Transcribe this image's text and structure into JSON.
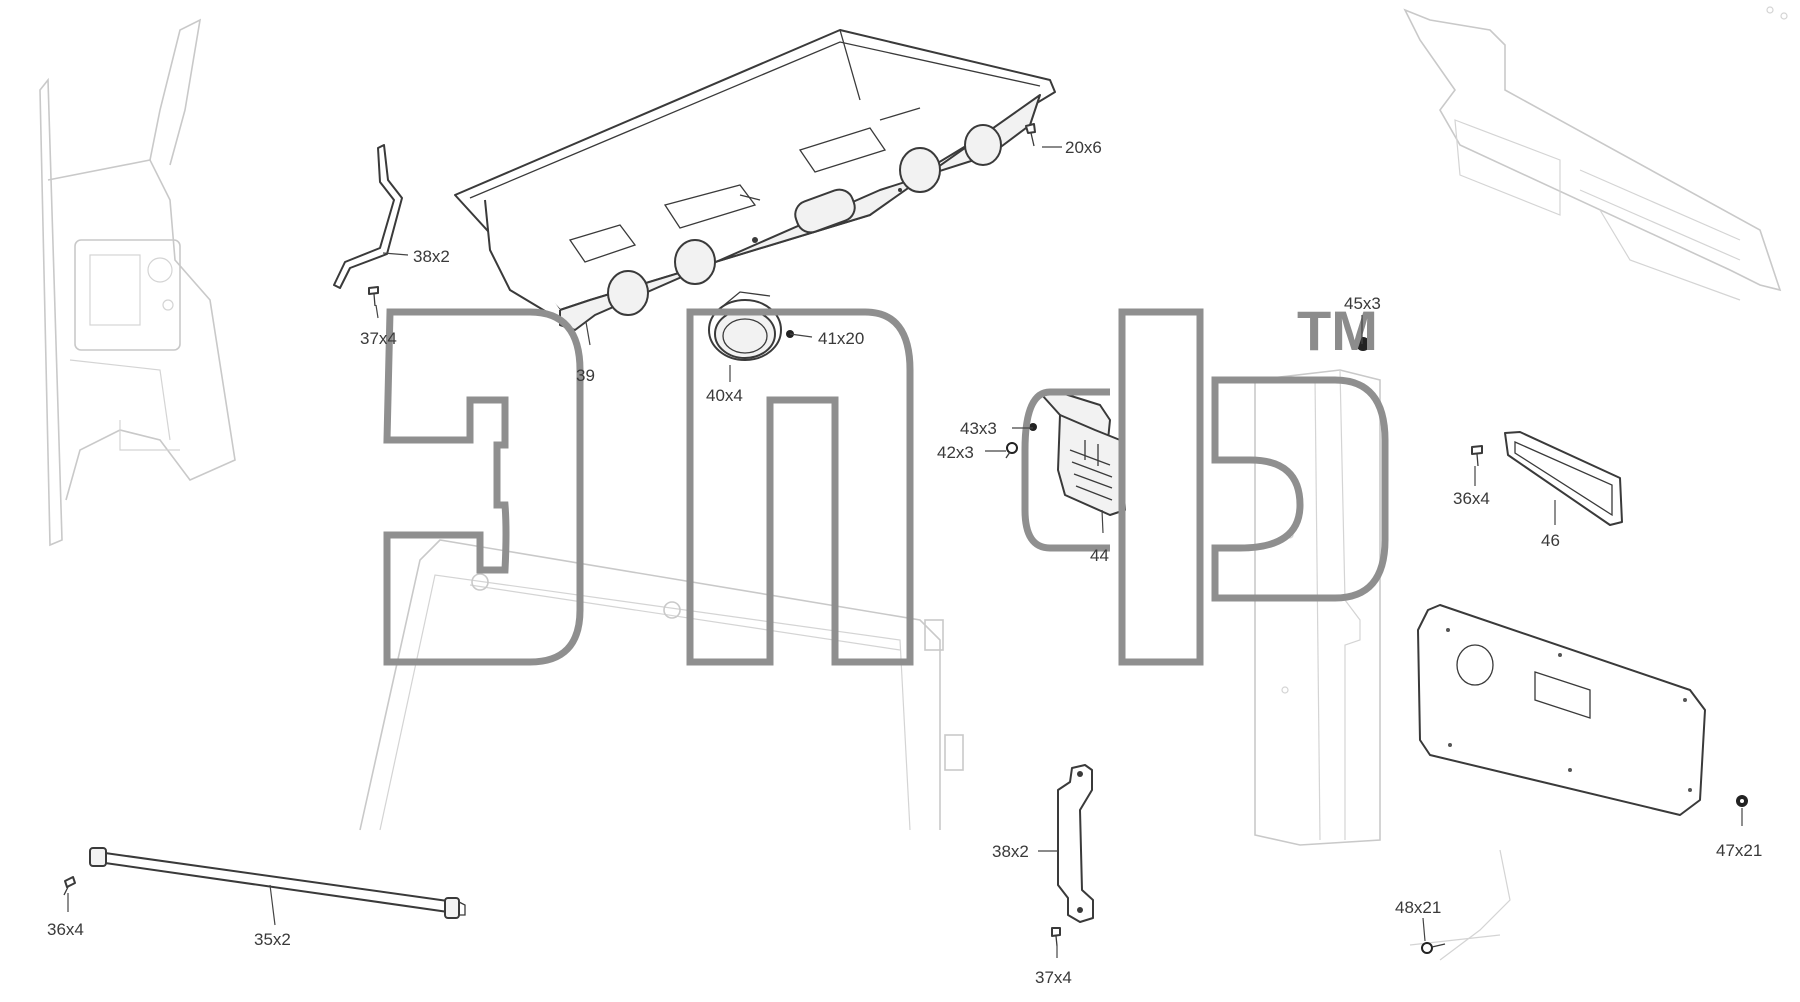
{
  "diagram": {
    "callouts": [
      {
        "id": "c20x6",
        "text": "20x6"
      },
      {
        "id": "c38x2a",
        "text": "38x2"
      },
      {
        "id": "c37x4a",
        "text": "37x4"
      },
      {
        "id": "c39",
        "text": "39"
      },
      {
        "id": "c41x20",
        "text": "41x20"
      },
      {
        "id": "c40x4",
        "text": "40x4"
      },
      {
        "id": "c45x3",
        "text": "45x3"
      },
      {
        "id": "c43x3",
        "text": "43x3"
      },
      {
        "id": "c42x3",
        "text": "42x3"
      },
      {
        "id": "c44",
        "text": "44"
      },
      {
        "id": "c36x4a",
        "text": "36x4"
      },
      {
        "id": "c46",
        "text": "46"
      },
      {
        "id": "c47x21",
        "text": "47x21"
      },
      {
        "id": "c38x2b",
        "text": "38x2"
      },
      {
        "id": "c37x4b",
        "text": "37x4"
      },
      {
        "id": "c48x21",
        "text": "48x21"
      },
      {
        "id": "c36x4b",
        "text": "36x4"
      },
      {
        "id": "c35x2",
        "text": "35x2"
      }
    ],
    "watermark": {
      "tm": "TM"
    }
  }
}
